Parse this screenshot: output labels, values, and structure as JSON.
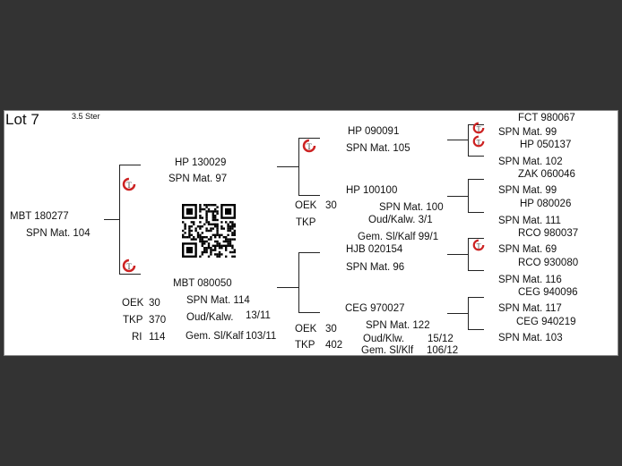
{
  "lot": {
    "title": "Lot 7",
    "volume": "3.5 Ster"
  },
  "gen1": {
    "id": "MBT 180277",
    "mat": "SPN Mat. 104"
  },
  "gen2_sire": {
    "id": "HP  130029",
    "mat": "SPN Mat. 97"
  },
  "gen2_dam": {
    "id": "MBT 080050",
    "mat": "SPN Mat. 114"
  },
  "dam_stats": {
    "oek_label": "OEK",
    "oek_val": "30",
    "tkp_label": "TKP",
    "tkp_val": "370",
    "ri_label": "RI",
    "ri_val": "114",
    "oud_label": "Oud/Kalw.",
    "oud_val": "13/11",
    "gem_label": "Gem. Sl/Kalf",
    "gem_val": "103/11"
  },
  "gen3": {
    "a": {
      "id": "HP  090091",
      "mat": "SPN Mat. 105"
    },
    "b": {
      "id": "HP  100100",
      "mat": "SPN Mat. 100",
      "oek_label": "OEK",
      "oek_val": "30",
      "tkp_label": "TKP",
      "oud": "Oud/Kalw.  3/1",
      "gem": "Gem. Sl/Kalf  99/1"
    },
    "c": {
      "id": "HJB 020154",
      "mat": "SPN Mat. 96"
    },
    "d": {
      "id": "CEG 970027",
      "mat": "SPN Mat. 122",
      "oek_label": "OEK",
      "oek_val": "30",
      "tkp_label": "TKP",
      "tkp_val": "402",
      "oud_label": "Oud/Klw.",
      "oud_val": "15/12",
      "gem_label": "Gem. Sl/Klf",
      "gem_val": "106/12"
    }
  },
  "gen4": [
    {
      "id": "FCT 980067",
      "mat": "SPN Mat. 99"
    },
    {
      "id": "HP  050137",
      "mat": "SPN Mat. 102"
    },
    {
      "id": "ZAK 060046",
      "mat": "SPN Mat. 99"
    },
    {
      "id": "HP  080026",
      "mat": "SPN Mat. 111"
    },
    {
      "id": "RCO 980037",
      "mat": "SPN Mat. 69"
    },
    {
      "id": "RCO 930080",
      "mat": "SPN Mat. 116"
    },
    {
      "id": "CEG 940096",
      "mat": "SPN Mat. 117"
    },
    {
      "id": "CEG 940219",
      "mat": "SPN Mat. 103"
    }
  ],
  "icons": {
    "brand_logo": "stamp-logo-icon",
    "qr": "qr-code-icon"
  },
  "colors": {
    "logo_red": "#cc2222",
    "background": "#333333",
    "sheet": "#ffffff"
  }
}
